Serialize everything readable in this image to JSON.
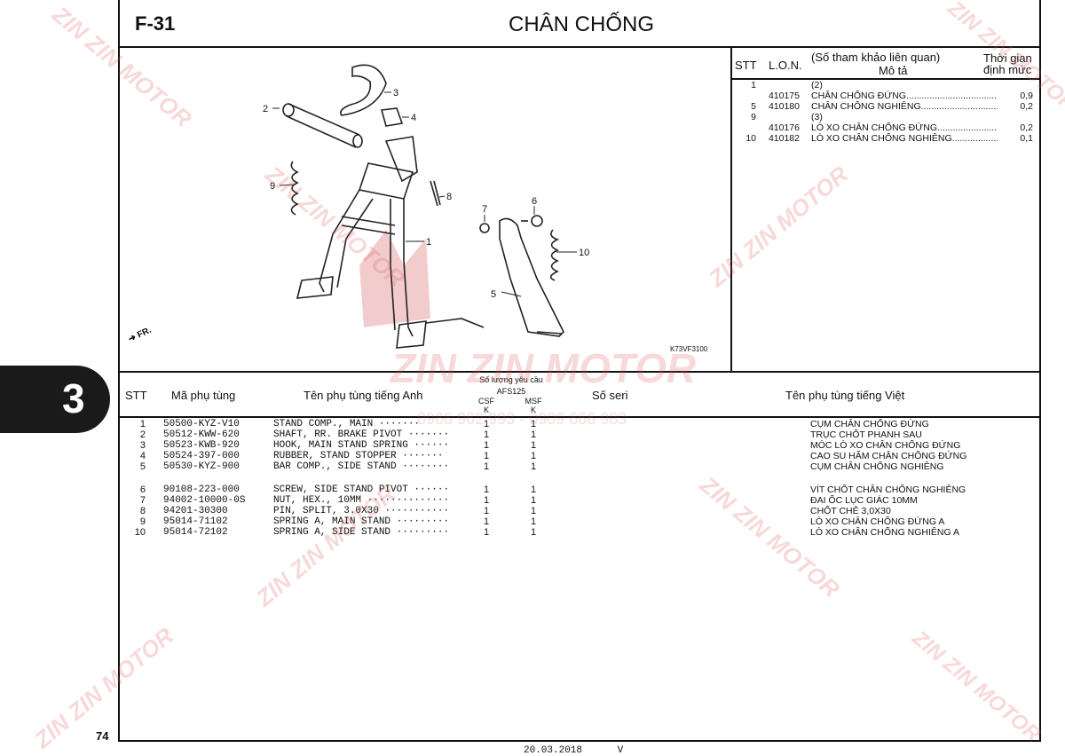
{
  "header": {
    "code": "F-31",
    "title": "CHÂN CHỐNG"
  },
  "side_tab": {
    "label": "3"
  },
  "page_number": "74",
  "footer": {
    "date": "20.03.2018",
    "suffix": "V"
  },
  "diagram": {
    "code": "K73VF3100",
    "fr_label": "FR.",
    "callouts": [
      "1",
      "2",
      "3",
      "4",
      "5",
      "6",
      "7",
      "8",
      "9",
      "10"
    ]
  },
  "lon_table": {
    "headers": {
      "stt": "STT",
      "lon": "L.O.N.",
      "ref": "(Số tham khảo liên quan)",
      "desc": "Mô tả",
      "time1": "Thời gian",
      "time2": "định mức"
    },
    "rows": [
      {
        "stt": "1",
        "lon": "",
        "ref": "(2)",
        "desc": "",
        "time": ""
      },
      {
        "stt": "",
        "lon": "410175",
        "ref": "",
        "desc": "CHÂN CHỐNG ĐỨNG.....................................",
        "time": "0,9"
      },
      {
        "stt": "5",
        "lon": "410180",
        "ref": "",
        "desc": "CHÂN CHỐNG NGHIÊNG.................................",
        "time": "0,2"
      },
      {
        "stt": "9",
        "lon": "",
        "ref": "(3)",
        "desc": "",
        "time": ""
      },
      {
        "stt": "",
        "lon": "410176",
        "ref": "",
        "desc": "LÒ XO CHÂN CHỐNG ĐỨNG...........................",
        "time": "0,2"
      },
      {
        "stt": "10",
        "lon": "410182",
        "ref": "",
        "desc": "LÒ XO CHÂN CHỐNG NGHIÊNG....................",
        "time": "0,1"
      }
    ]
  },
  "parts_table": {
    "headers": {
      "stt": "STT",
      "part_no": "Mã phụ tùng",
      "name_en": "Tên phụ tùng tiếng Anh",
      "qty": "Số lượng yêu cầu",
      "model": "AFS125",
      "csf": "CSF",
      "msf": "MSF",
      "k1": "K",
      "k2": "K",
      "serial": "Số seri",
      "name_vi": "Tên phụ tùng tiếng Việt"
    },
    "rows": [
      {
        "stt": "1",
        "part_no": "50500-KYZ-V10",
        "name_en": "STAND COMP., MAIN ·······",
        "csf": "1",
        "msf": "1",
        "name_vi": "CỤM CHÂN CHỐNG ĐỨNG"
      },
      {
        "stt": "2",
        "part_no": "50512-KWW-620",
        "name_en": "SHAFT, RR. BRAKE PIVOT ·······",
        "csf": "1",
        "msf": "1",
        "name_vi": "TRỤC CHỐT PHANH SAU"
      },
      {
        "stt": "3",
        "part_no": "50523-KWB-920",
        "name_en": "HOOK, MAIN STAND SPRING ······",
        "csf": "1",
        "msf": "1",
        "name_vi": "MÓC LÒ XO CHÂN CHỐNG ĐỨNG"
      },
      {
        "stt": "4",
        "part_no": "50524-397-000",
        "name_en": "RUBBER, STAND STOPPER ·······",
        "csf": "1",
        "msf": "1",
        "name_vi": "CAO SU HÃM CHÂN CHỐNG ĐỨNG"
      },
      {
        "stt": "5",
        "part_no": "50530-KYZ-900",
        "name_en": "BAR COMP., SIDE STAND ········",
        "csf": "1",
        "msf": "1",
        "name_vi": "CỤM CHÂN CHỐNG NGHIÊNG"
      },
      {
        "stt": "6",
        "part_no": "90108-223-000",
        "name_en": "SCREW, SIDE STAND PIVOT ······",
        "csf": "1",
        "msf": "1",
        "name_vi": "VÍT CHỐT CHÂN CHỐNG NGHIÊNG"
      },
      {
        "stt": "7",
        "part_no": "94002-10000-0S",
        "name_en": "NUT, HEX., 10MM ··············",
        "csf": "1",
        "msf": "1",
        "name_vi": "ĐAI ỐC LỤC GIÁC 10MM"
      },
      {
        "stt": "8",
        "part_no": "94201-30300",
        "name_en": "PIN, SPLIT, 3.0X30 ···········",
        "csf": "1",
        "msf": "1",
        "name_vi": "CHỐT CHẺ 3,0X30"
      },
      {
        "stt": "9",
        "part_no": "95014-71102",
        "name_en": "SPRING A, MAIN STAND ·········",
        "csf": "1",
        "msf": "1",
        "name_vi": "LÒ XO CHÂN CHỐNG ĐỨNG A"
      },
      {
        "stt": "10",
        "part_no": "95014-72102",
        "name_en": "SPRING A, SIDE STAND ·········",
        "csf": "1",
        "msf": "1",
        "name_vi": "LÒ XO CHÂN CHỐNG NGHIÊNG A"
      }
    ]
  },
  "watermark": {
    "brand": "ZIN ZIN MOTOR",
    "phones": "0966 962 993 - 0909 666 983"
  }
}
